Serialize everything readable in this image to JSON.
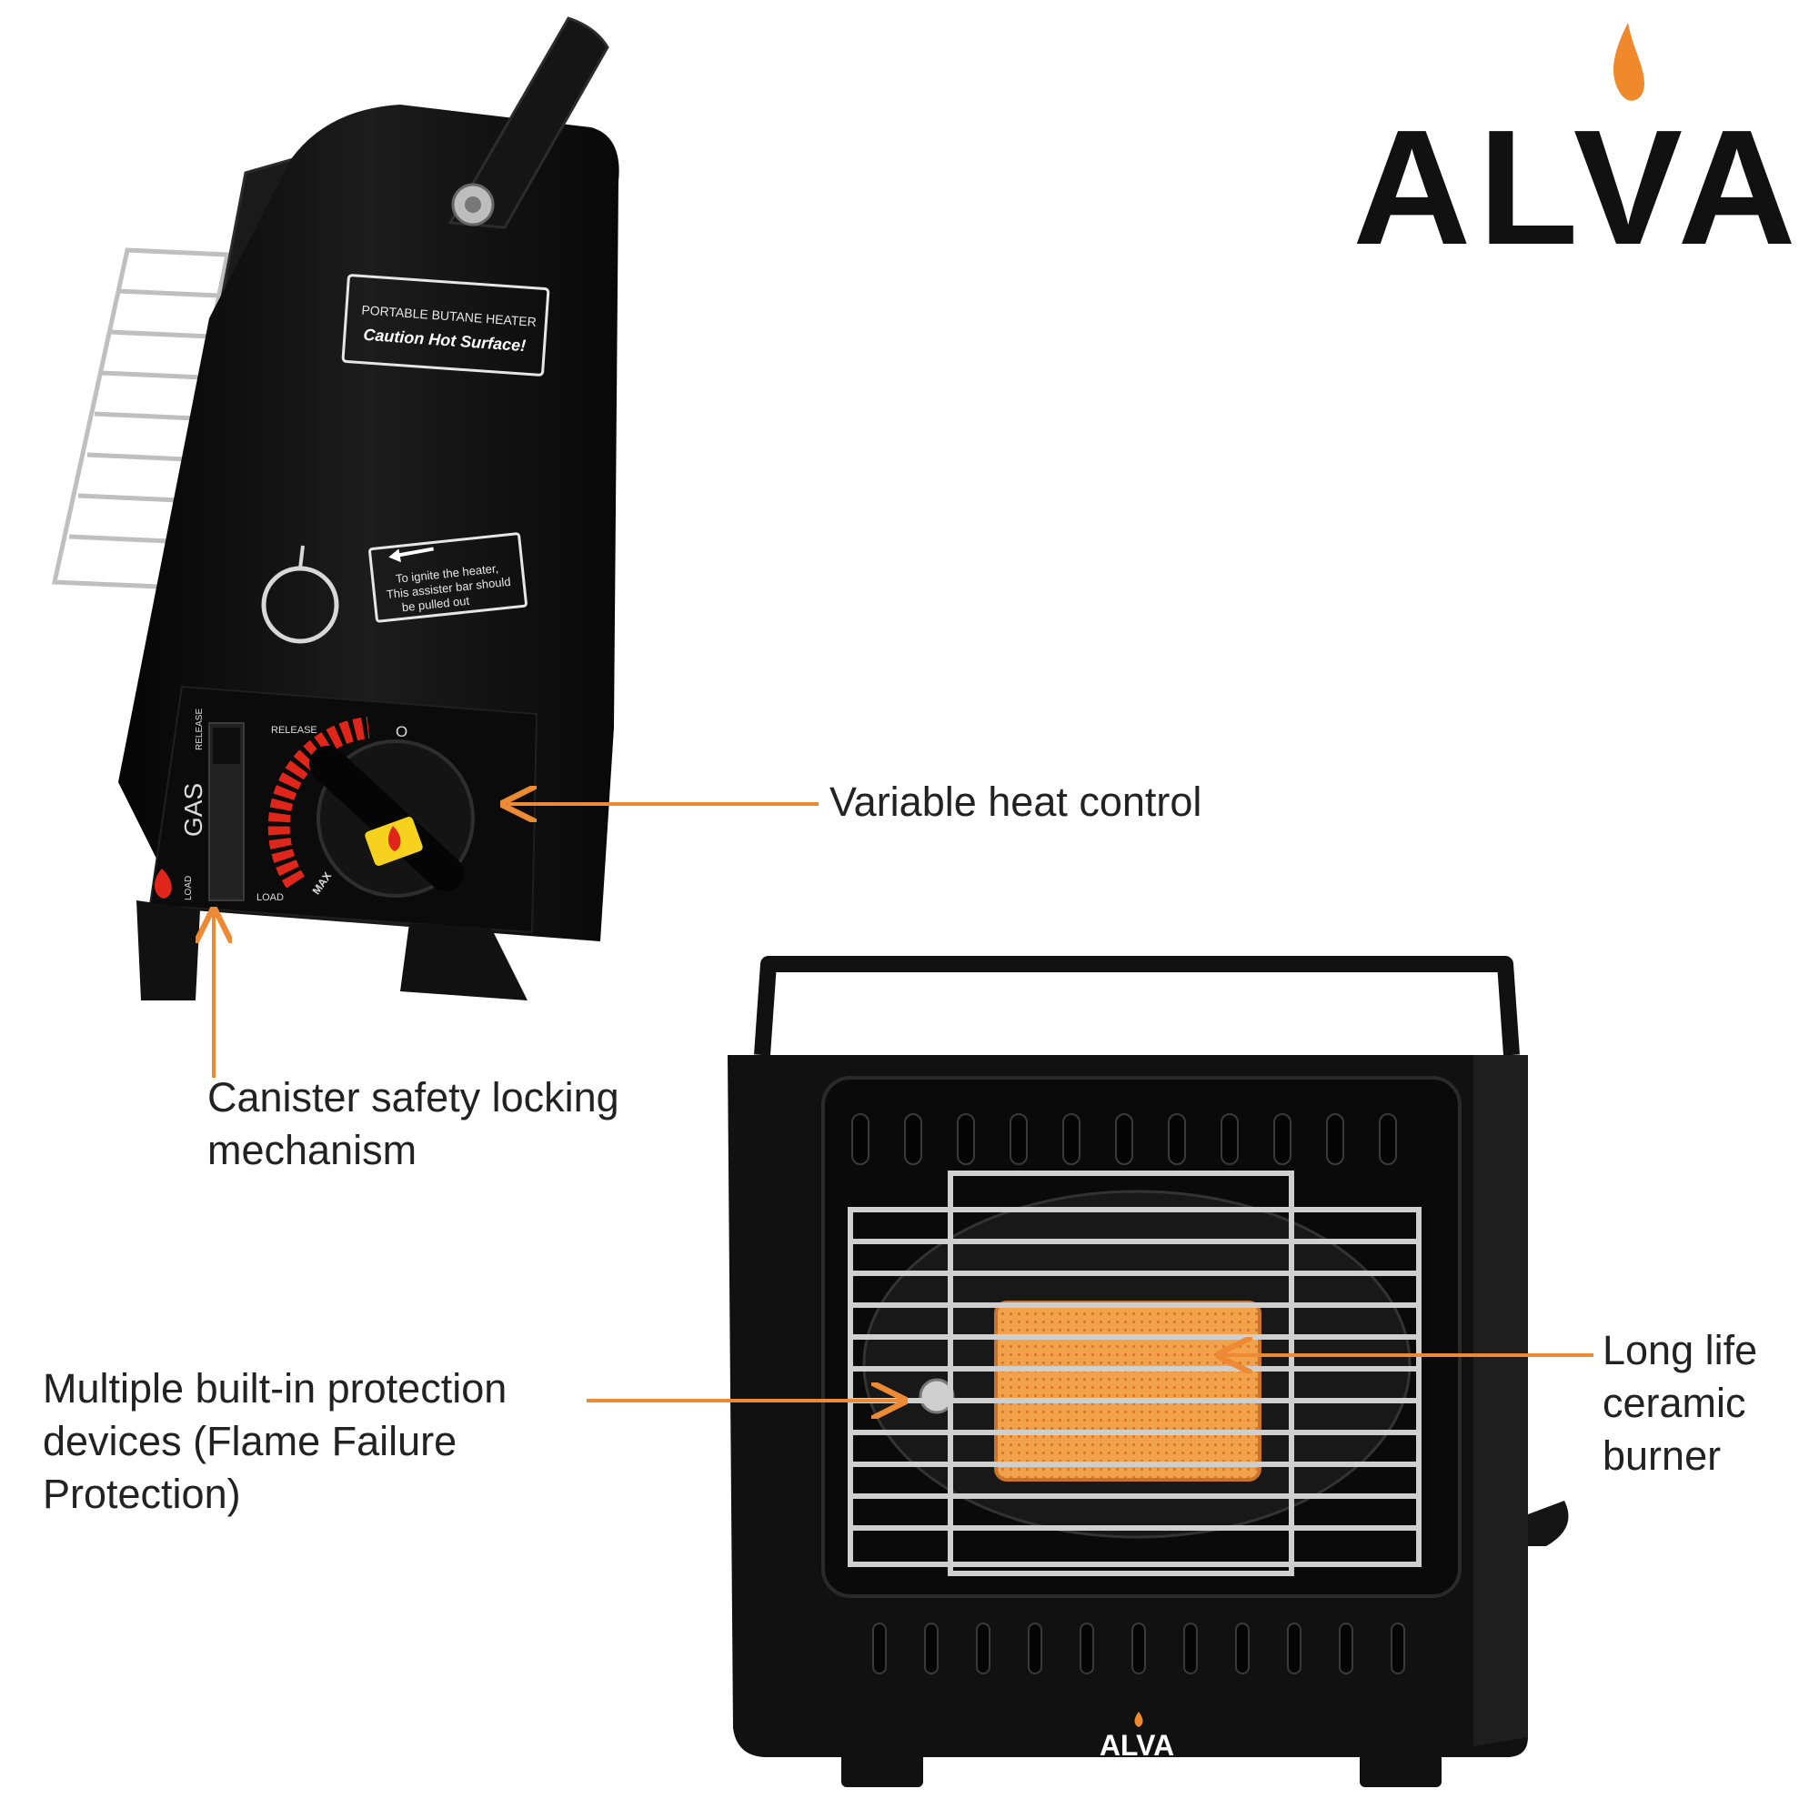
{
  "brand": {
    "name": "ALVA",
    "flame_color": "#F0892B",
    "text_color": "#111111"
  },
  "side_heater": {
    "top_plate": {
      "line1": "PORTABLE BUTANE HEATER",
      "line2": "Caution Hot Surface!"
    },
    "ignite_plate": {
      "line1": "To ignite the heater,",
      "line2": "This assister bar should",
      "line3": "be pulled out"
    },
    "panel": {
      "release_vertical": "RELEASE",
      "release": "RELEASE",
      "gas": "GAS",
      "load_vertical": "LOAD",
      "load": "LOAD",
      "max": "MAX",
      "off_symbol": "O"
    }
  },
  "front_heater": {
    "logo": "ALVA"
  },
  "callouts": {
    "heat_control": "Variable heat control",
    "locking": [
      "Canister safety locking",
      "mechanism"
    ],
    "protection": [
      "Multiple built-in protection",
      "devices (Flame Failure",
      "Protection)"
    ],
    "burner": [
      "Long life",
      "ceramic",
      "burner"
    ]
  },
  "colors": {
    "arrow": "#EE8A33",
    "heater_body": "#111111",
    "ceramic": "#F2A24A",
    "chrome": "#C8C8C8",
    "dial_red": "#E0261B"
  }
}
